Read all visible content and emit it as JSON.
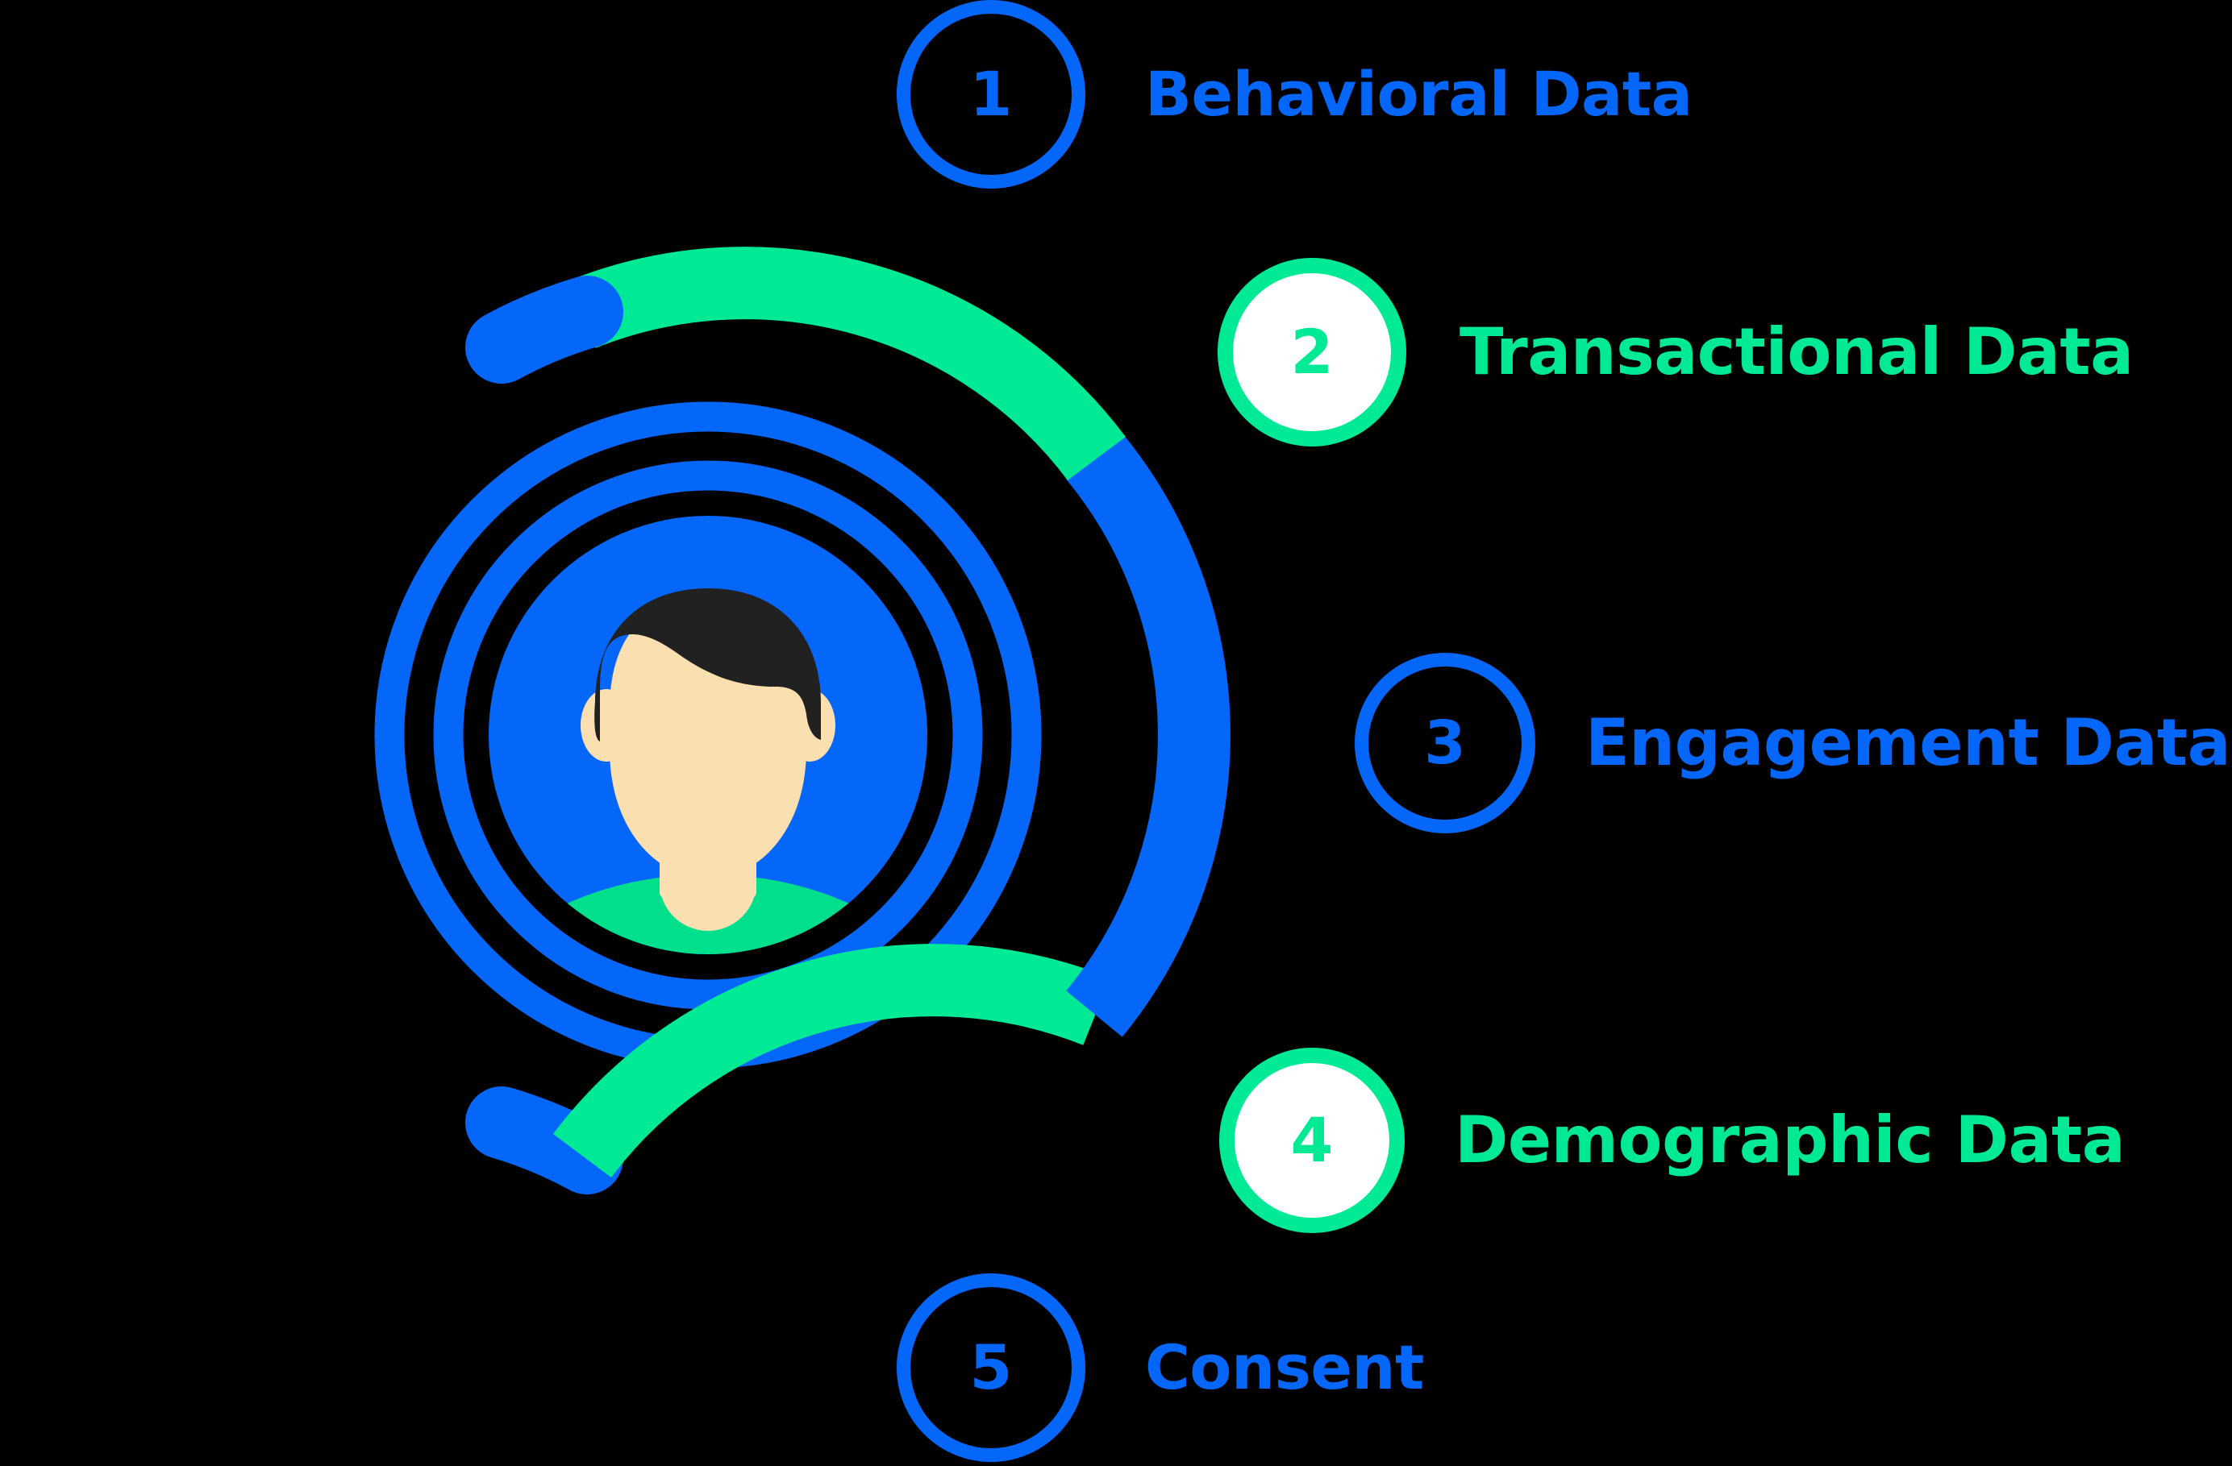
{
  "figure": {
    "kind": "customer-data-profile-diagram",
    "background_color": "#000000",
    "accent_blue": "#0566FA",
    "accent_green": "#00EA96",
    "badge_fill_white": "#FFFFFF"
  },
  "avatar": {
    "icon_name": "user-avatar-icon",
    "circle_color": "#0566FA",
    "skin_color": "#FADFB1",
    "hair_color": "#212121",
    "shirt_color": "#00E08C",
    "ring_outer_color": "#0566FA",
    "ring_middle_color": "#0566FA"
  },
  "progress_ring": {
    "segments": [
      {
        "name": "segment-top-blue",
        "color": "#0566FA"
      },
      {
        "name": "segment-upper-green",
        "color": "#00EA96"
      },
      {
        "name": "segment-middle-blue",
        "color": "#0566FA"
      },
      {
        "name": "segment-lower-green",
        "color": "#00EA96"
      },
      {
        "name": "segment-bottom-blue",
        "color": "#0566FA"
      }
    ]
  },
  "legend": {
    "items": [
      {
        "number": "1",
        "label": "Behavioral Data",
        "color": "#0566FA",
        "badge_style": "outline"
      },
      {
        "number": "2",
        "label": "Transactional Data",
        "color": "#00EA96",
        "badge_style": "filled"
      },
      {
        "number": "3",
        "label": "Engagement Data",
        "color": "#0566FA",
        "badge_style": "outline"
      },
      {
        "number": "4",
        "label": "Demographic Data",
        "color": "#00EA96",
        "badge_style": "filled"
      },
      {
        "number": "5",
        "label": "Consent",
        "color": "#0566FA",
        "badge_style": "outline"
      }
    ]
  }
}
